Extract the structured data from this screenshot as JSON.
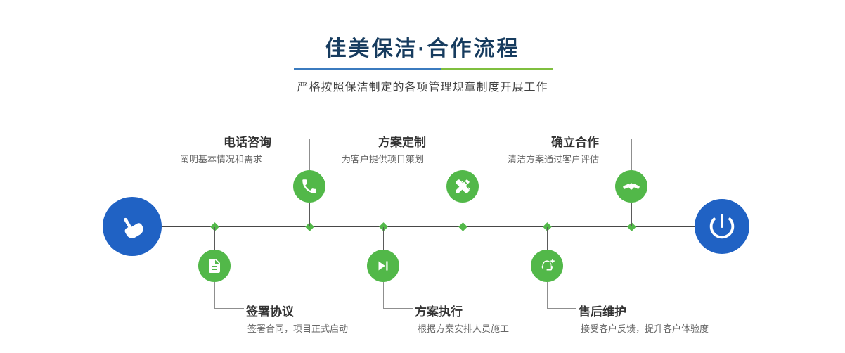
{
  "header": {
    "title": "佳美保洁·合作流程",
    "subtitle": "严格按照保洁制定的各项管理规章制度开展工作"
  },
  "colors": {
    "accent_green": "#52b849",
    "accent_blue": "#2062c4",
    "title_navy": "#173c5f",
    "divider_blue": "#3b7bbf",
    "divider_green": "#7fbf3f"
  },
  "start_node": {
    "icon": "pointing-hand-icon"
  },
  "end_node": {
    "icon": "power-icon"
  },
  "steps_top": [
    {
      "title": "电话咨询",
      "desc": "阐明基本情况和需求",
      "icon": "phone-icon"
    },
    {
      "title": "方案定制",
      "desc": "为客户提供项目策划",
      "icon": "design-tools-icon"
    },
    {
      "title": "确立合作",
      "desc": "清洁方案通过客户评估",
      "icon": "handshake-icon"
    }
  ],
  "steps_bottom": [
    {
      "title": "签署协议",
      "desc": "签署合同，项目正式启动",
      "icon": "contract-icon"
    },
    {
      "title": "方案执行",
      "desc": "根据方案安排人员施工",
      "icon": "play-icon"
    },
    {
      "title": "售后维护",
      "desc": "接受客户反馈，提升客户体验度",
      "icon": "headset-icon"
    }
  ]
}
